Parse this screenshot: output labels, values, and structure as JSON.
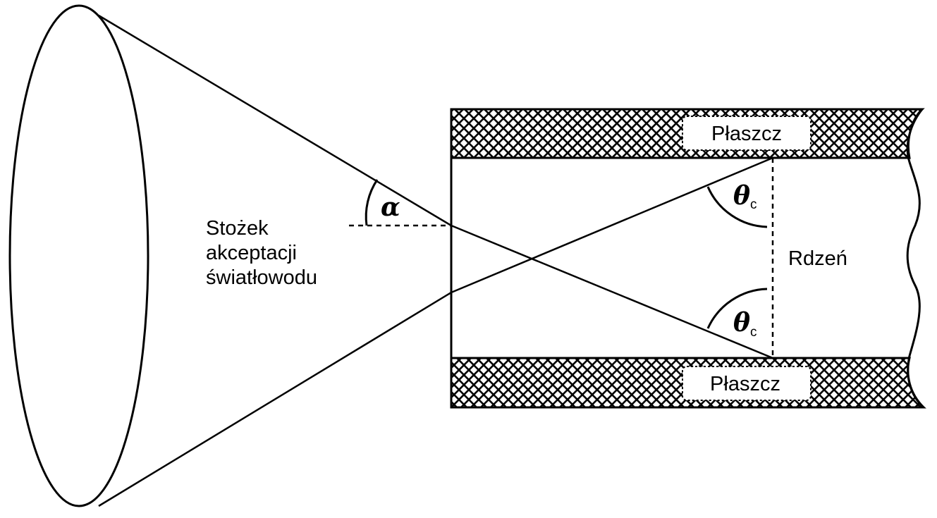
{
  "labels": {
    "cone_line1": "Stożek",
    "cone_line2": "akceptacji",
    "cone_line3": "światłowodu",
    "alpha": "α",
    "theta_top": "θ",
    "theta_top_sub": "c",
    "theta_bottom": "θ",
    "theta_bottom_sub": "c",
    "core": "Rdzeń",
    "cladding_top": "Płaszcz",
    "cladding_bottom": "Płaszcz"
  },
  "colors": {
    "line": "#000000",
    "background": "#ffffff"
  }
}
